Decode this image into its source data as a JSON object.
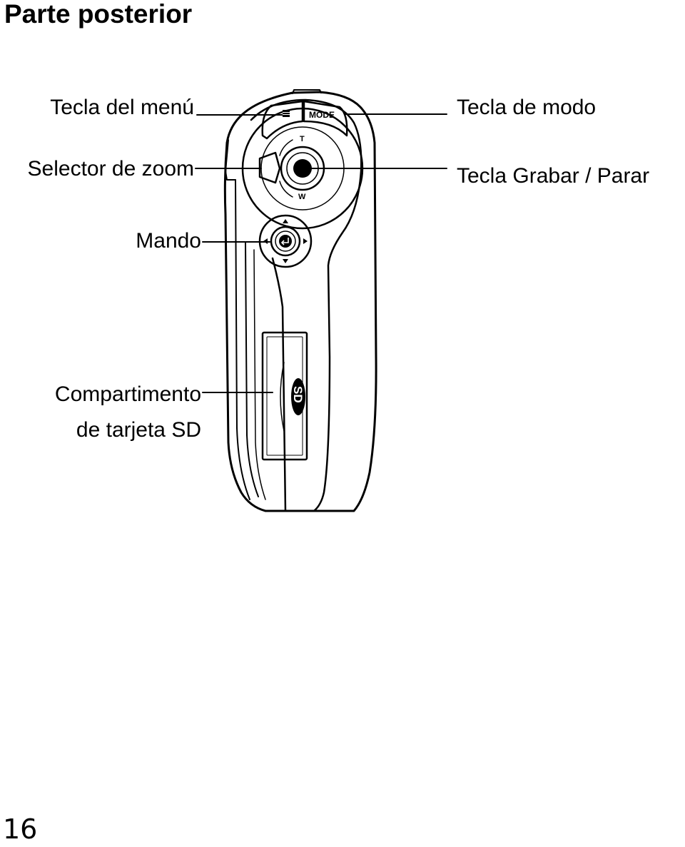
{
  "title": "Parte posterior",
  "labels": {
    "menu_key": "Tecla del menú",
    "zoom_selector": "Selector de zoom",
    "joystick": "Mando",
    "sd_compartment_line1": "Compartimento",
    "sd_compartment_line2": "de tarjeta SD",
    "mode_key": "Tecla de modo",
    "record_key": "Tecla Grabar / Parar"
  },
  "device_markings": {
    "mode_button": "MODE",
    "zoom_tele": "T",
    "zoom_wide": "W",
    "sd_logo": "SD"
  },
  "icons": {
    "menu_button": "menu-grid-icon",
    "joystick_center": "enter-return-icon",
    "joystick_arrows": "four-way-arrow-icon"
  },
  "colors": {
    "line": "#000000",
    "background": "#ffffff"
  },
  "page_number": "16"
}
